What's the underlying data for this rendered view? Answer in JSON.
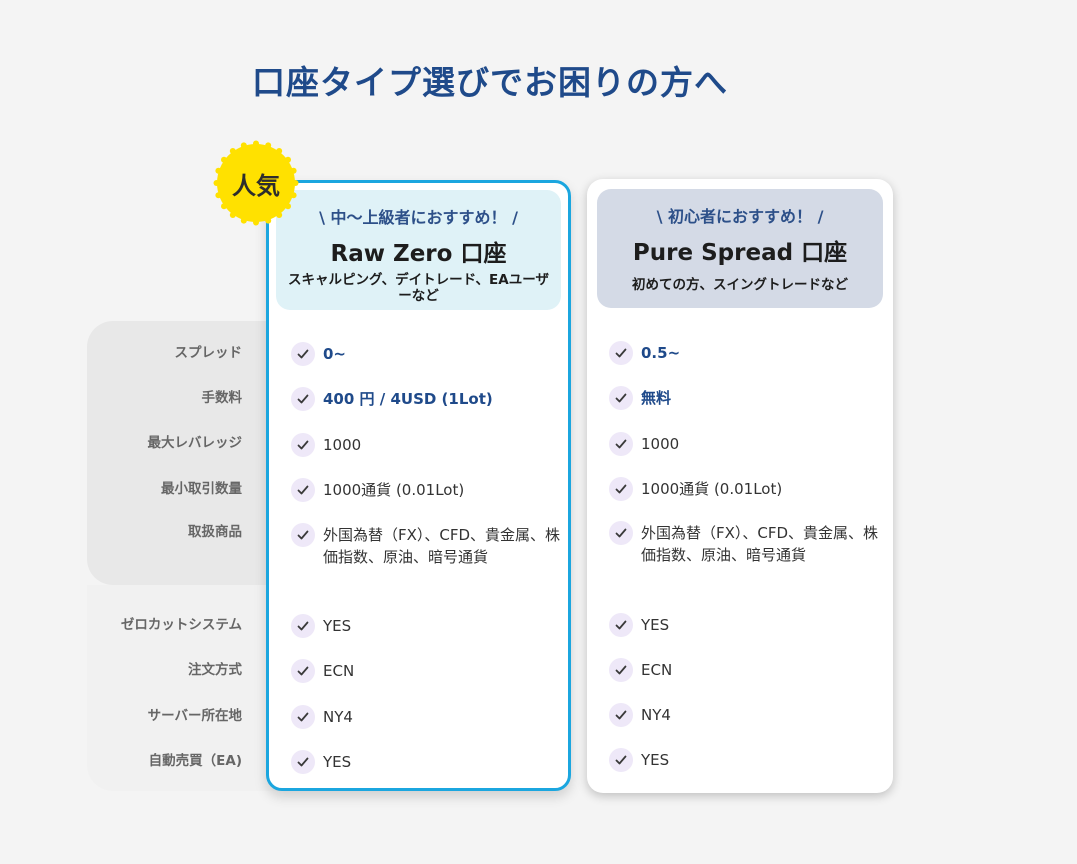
{
  "page": {
    "title": "口座タイプ選びでお困りの方へ"
  },
  "badge": {
    "label": "人気",
    "color": "#ffe100"
  },
  "row_labels": [
    "スプレッド",
    "手数料",
    "最大レバレッジ",
    "最小取引数量",
    "取扱商品",
    "ゼロカットシステム",
    "注文方式",
    "サーバー所在地",
    "自動売買（EA)"
  ],
  "cards": [
    {
      "tagline": "\\ 中～上級者におすすめ！ /",
      "name": "Raw Zero 口座",
      "description": "スキャルピング、デイトレード、EAユーザーなど",
      "accent": "#1ba6df",
      "header_bg": "#dff2f7",
      "features": [
        "0~",
        "400 円 / 4USD (1Lot)",
        "1000",
        "1000通貨 (0.01Lot)",
        "外国為替（FX）、CFD、貴金属、株価指数、原油、暗号通貨",
        "YES",
        "ECN",
        "NY4",
        "YES"
      ]
    },
    {
      "tagline": "\\ 初心者におすすめ！ /",
      "name": "Pure Spread 口座",
      "description": "初めての方、スイングトレードなど",
      "header_bg": "#d4dae6",
      "features": [
        "0.5~",
        "無料",
        "1000",
        "1000通貨 (0.01Lot)",
        "外国為替（FX）、CFD、貴金属、株価指数、原油、暗号通貨",
        "YES",
        "ECN",
        "NY4",
        "YES"
      ]
    }
  ],
  "icons": {
    "check": "check-icon"
  },
  "colors": {
    "title": "#1f4a8a",
    "emphasis": "#1f4a8a",
    "check_bg": "#eee8f8",
    "page_bg": "#f4f4f4"
  }
}
